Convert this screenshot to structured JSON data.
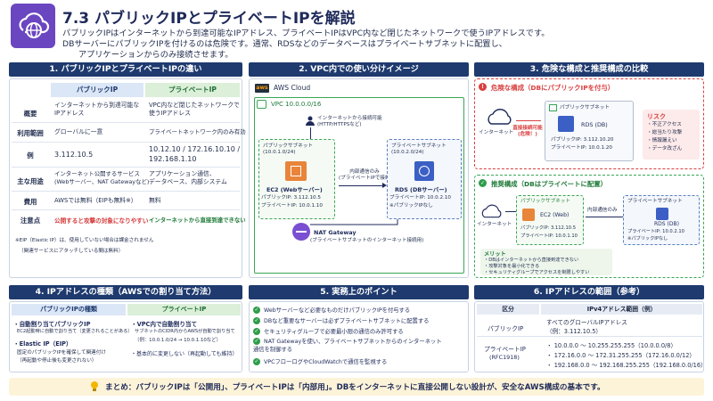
{
  "header": {
    "title": "7.3 パブリックIPとプライベートIPを解説",
    "intro": [
      "パブリックIPはインターネットから到達可能なIPアドレス、プライベートIPはVPC内など閉じたネットワークで使うIPアドレスです。",
      "DBサーバーにパブリックIPを付けるのは危険です。通常、RDSなどのデータベースはプライベートサブネットに配置し、",
      "アプリケーションからのみ接続させます。"
    ]
  },
  "sec1": {
    "title": "1. パブリックIPとプライベートIPの違い",
    "col_public": "パブリックIP",
    "col_private": "プライベートIP",
    "rows": [
      {
        "label": "概要",
        "public": "インターネットから到達可能な\nIPアドレス",
        "private": "VPC内など閉じたネットワークで\n使うIPアドレス"
      },
      {
        "label": "利用範囲",
        "public": "グローバルに一意",
        "private": "プライベートネットワーク内のみ有効"
      },
      {
        "label": "例",
        "public": "3.112.10.5",
        "private": "10.12.10 / 172.16.10.10 /\n192.168.1.10"
      },
      {
        "label": "主な用途",
        "public": "インターネット公開するサービス\n(Webサーバー、NAT Gatewayなど)",
        "private": "アプリケーション通信、\nデータベース、内部システム"
      },
      {
        "label": "費用",
        "public": "AWSでは無料（EIPも無料※）",
        "private": "無料"
      },
      {
        "label": "注意点",
        "public": "公開すると攻撃の対象になりやすい",
        "private": "インターネットから直接到達できない"
      }
    ],
    "footnote1": "※EIP（Elastic IP）は、使用していない場合は課金されません",
    "footnote2": "（関連サービスにアタッチしている間は無料）"
  },
  "sec2": {
    "title": "2. VPC内での使い分けイメージ",
    "aws_badge": "aws",
    "aws_cloud": "AWS Cloud",
    "vpc": "VPC  10.0.0.0/16",
    "internet_conn": "インターネットから接続可能\n(HTTP/HTTPSなど)",
    "public_subnet": "パブリックサブネット\n(10.0.1.0/24)",
    "private_subnet": "プライベートサブネット\n(10.0.2.0/24)",
    "ec2_label": "EC2 (Webサーバー)",
    "ec2_public_ip": "パブリックIP: 3.112.10.5",
    "ec2_private_ip": "プライベートIP: 10.0.1.10",
    "internal_comm": "内部通信のみ\n(プライベートIPで接続)",
    "rds_label": "RDS (DBサーバー)",
    "rds_private_ip": "プライベートIP: 10.0.2.10",
    "rds_no_public": "※パブリックIPなし",
    "nat_label": "NAT Gateway",
    "nat_desc": "(プライベートサブネットのインターネット接続用)"
  },
  "sec3": {
    "title": "3. 危険な構成と推奨構成の比較",
    "danger_title": "危険な構成（DBにパブリックIPを付与）",
    "danger_internet": "インターネット",
    "danger_arrow": "直接接続可能\n(危険！)",
    "danger_subnet": "パブリックサブネット",
    "danger_rds": "RDS (DB)",
    "danger_public_ip": "パブリックIP: 3.112.10.20",
    "danger_private_ip": "プライベートIP: 10.0.1.20",
    "risk_title": "リスク",
    "risks": [
      "不正アクセス",
      "総当たり攻撃",
      "情報漏えい",
      "データ改ざん"
    ],
    "safe_title": "推奨構成（DBはプライベートに配置）",
    "safe_internet": "インターネット",
    "safe_public_subnet": "パブリックサブネット",
    "safe_ec2": "EC2 (Web)",
    "safe_ec2_public_ip": "パブリックIP: 3.112.10.5",
    "safe_ec2_private_ip": "プライベートIP: 10.0.1.10",
    "safe_internal": "内部通信のみ",
    "safe_private_subnet": "プライベートサブネット",
    "safe_rds": "RDS (DB)",
    "safe_rds_private_ip": "プライベートIP: 10.0.2.10",
    "safe_rds_no_public": "※パブリックIPなし",
    "merit_title": "メリット",
    "merits": [
      "DBはインターネットから直接到達できない",
      "攻撃対象を最小化できる",
      "セキュリティグループでアクセスを制限しやすい"
    ]
  },
  "sec4": {
    "title": "4. IPアドレスの種類（AWSでの割り当て方法）",
    "col_public": "パブリックIPの種類",
    "col_private": "プライベートIP",
    "pub_auto": "・自動割り当てパブリックIP",
    "pub_auto_desc": "EC2起動時に自動で割り当て（変更されることがある）",
    "pub_eip": "・Elastic IP（EIP）",
    "pub_eip_desc1": "固定のパブリックIPを確保して関連付け",
    "pub_eip_desc2": "（再起動や停止後も変更されない）",
    "priv_auto": "・VPC内で自動割り当て",
    "priv_auto_desc1": "サブネットのCIDR内からAWSが自動で割り当て",
    "priv_auto_desc2": "（例：10.0.1.0/24 → 10.0.1.10など）",
    "priv_stable": "・基本的に変更しない（再起動しても維持）"
  },
  "sec5": {
    "title": "5. 実務上のポイント",
    "points": [
      "Webサーバーなど必要なものだけパブリックIPを付与する",
      "DBなど重要なサーバーは必ずプライベートサブネットに配置する",
      "セキュリティグループで必要最小限の通信のみ許可する",
      "NAT Gatewayを使い、プライベートサブネットからのインターネット\n通信を制御する",
      "VPCフローログやCloudWatchで通信を監視する"
    ]
  },
  "sec6": {
    "title": "6. IPアドレスの範囲（参考）",
    "col_kind": "区分",
    "col_range": "IPv4アドレス範囲（例）",
    "pub_label": "パブリックIP",
    "pub_range1": "すべてのグローバルIPアドレス",
    "pub_range2": "（例：3.112.10.5）",
    "priv_label": "プライベートIP",
    "priv_rfc": "(RFC1918)",
    "priv_ranges": [
      "10.0.0.0 ～ 10.255.255.255（10.0.0.0/8）",
      "172.16.0.0 ～ 172.31.255.255（172.16.0.0/12）",
      "192.168.0.0 ～ 192.168.255.255（192.168.0.0/16）"
    ]
  },
  "footer": {
    "summary": "まとめ：パブリックIPは「公開用」、プライベートIPは「内部用」。DBをインターネットに直接公開しない設計が、安全なAWS構成の基本です。"
  },
  "colors": {
    "navy": "#1e3a6e",
    "green": "#2e9d4a",
    "red": "#d94040",
    "purple": "#6b46c1",
    "summary_bg": "#fdf3d8"
  }
}
